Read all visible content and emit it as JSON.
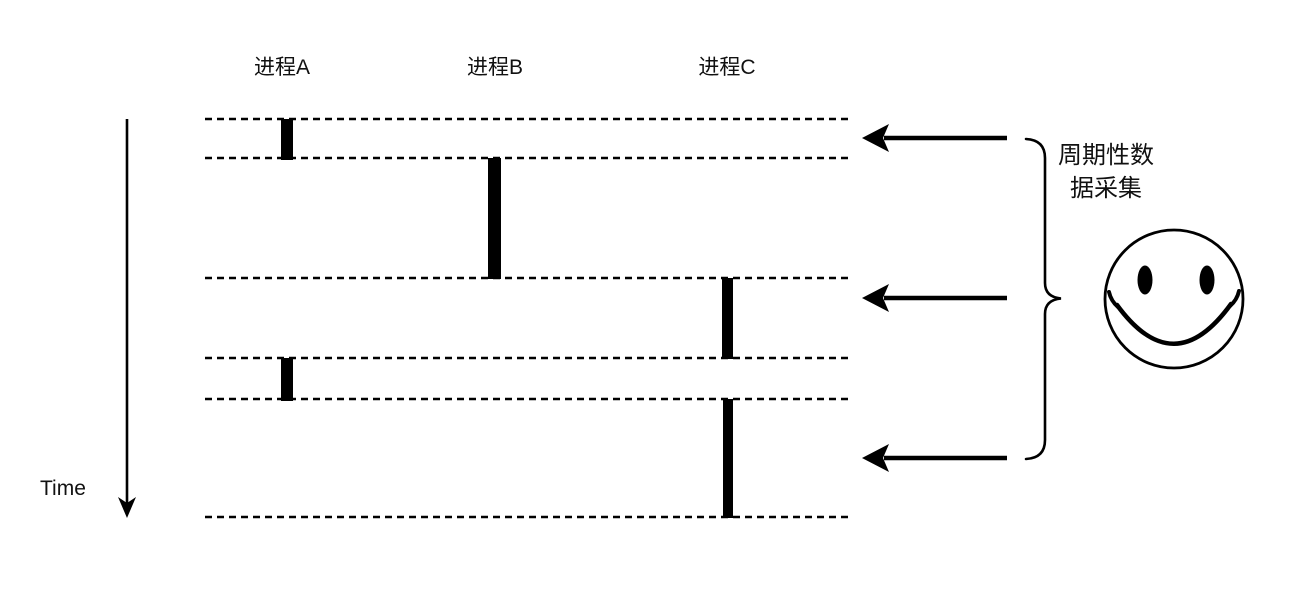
{
  "colors": {
    "ink": "#000000",
    "background": "#ffffff"
  },
  "processes": [
    {
      "id": "A",
      "label": "进程A"
    },
    {
      "id": "B",
      "label": "进程B"
    },
    {
      "id": "C",
      "label": "进程C"
    }
  ],
  "time_axis": {
    "label": "Time",
    "direction": "down"
  },
  "annotation": {
    "text": "周期性数据采集",
    "lines": [
      "周期性数",
      "据采集"
    ]
  },
  "diagram_data": {
    "type": "process-timeline",
    "description": "Three processes run in alternating time slices separated by dashed boundary lines; arrows mark three periodic data-collection instants grouped by a brace labeled 周期性数据采集 next to a smiley face.",
    "boundary_line_count": 6,
    "collection_arrow_count": 3,
    "execution_segments": [
      {
        "process": "进程A",
        "slot": 1
      },
      {
        "process": "进程B",
        "slot": 2
      },
      {
        "process": "进程C",
        "slot": 3
      },
      {
        "process": "进程A",
        "slot": 4
      },
      {
        "process": "进程C",
        "slot": 5
      }
    ]
  }
}
